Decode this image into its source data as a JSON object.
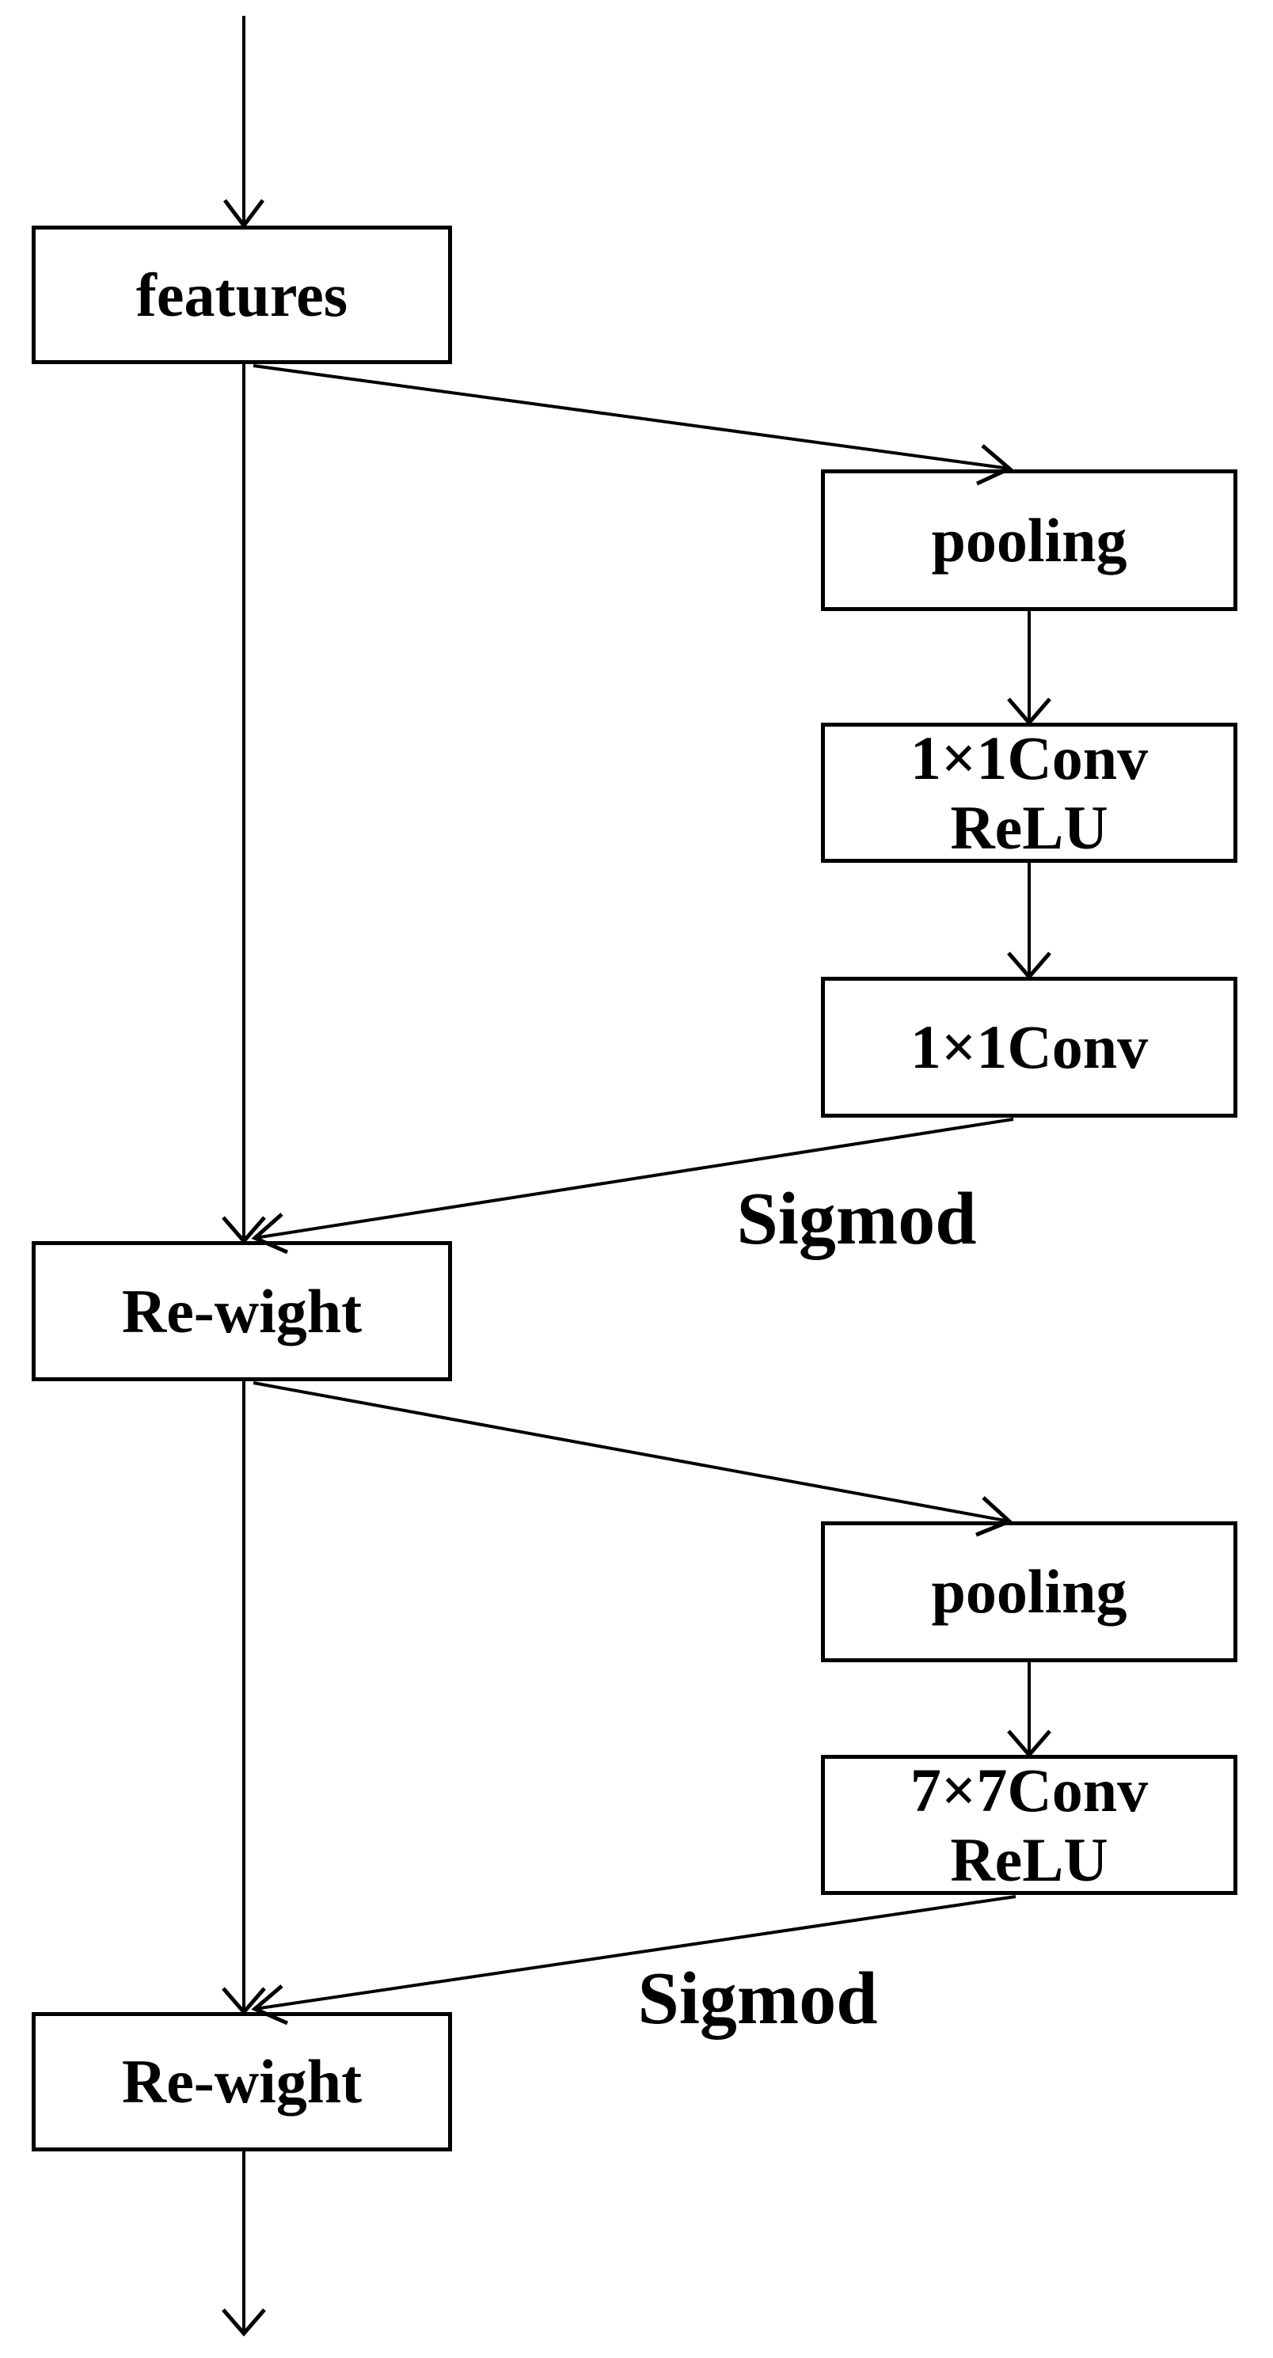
{
  "diagram": {
    "title": "attention-module-flowchart",
    "colors": {
      "stroke": "#000000",
      "fill": "#ffffff"
    },
    "nodes": {
      "features": {
        "label": "features"
      },
      "pooling1": {
        "label": "pooling"
      },
      "conv1": {
        "label": "1×1Conv\nReLU"
      },
      "conv2": {
        "label": "1×1Conv"
      },
      "reweight1": {
        "label": "Re-wight"
      },
      "pooling2": {
        "label": "pooling"
      },
      "conv3": {
        "label": "7×7Conv\nReLU"
      },
      "reweight2": {
        "label": "Re-wight"
      }
    },
    "edge_labels": {
      "sigmod1": "Sigmod",
      "sigmod2": "Sigmod"
    }
  }
}
